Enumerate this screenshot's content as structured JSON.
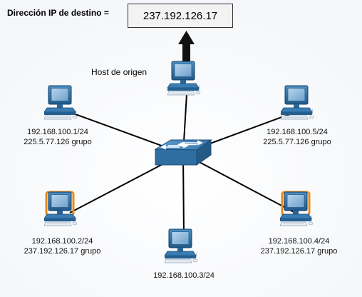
{
  "header": {
    "dest_label": "Dirección IP de destino =",
    "dest_ip": "237.192.126.17"
  },
  "source_host": {
    "label": "Host de origen"
  },
  "hosts": [
    {
      "ip": "192.168.100.1/24",
      "group": "225.5.77.126 grupo",
      "highlight": false
    },
    {
      "ip": "192.168.100.5/24",
      "group": "225.5.77.126 grupo",
      "highlight": false
    },
    {
      "ip": "192.168.100.2/24",
      "group": "237.192.126.17 grupo",
      "highlight": true
    },
    {
      "ip": "192.168.100.3/24",
      "group": "",
      "highlight": false
    },
    {
      "ip": "192.168.100.4/24",
      "group": "237.192.126.17 grupo",
      "highlight": true
    }
  ],
  "icons": {
    "pc": "computer-icon",
    "switch": "switch-icon",
    "arrow": "up-arrow-icon"
  },
  "colors": {
    "link": "#000000",
    "arrow": "#111111",
    "pc_blue": "#2f6ea1",
    "screen": "#8fbbe0",
    "highlight": "#e8891c",
    "switch": "#3c7fb3"
  }
}
